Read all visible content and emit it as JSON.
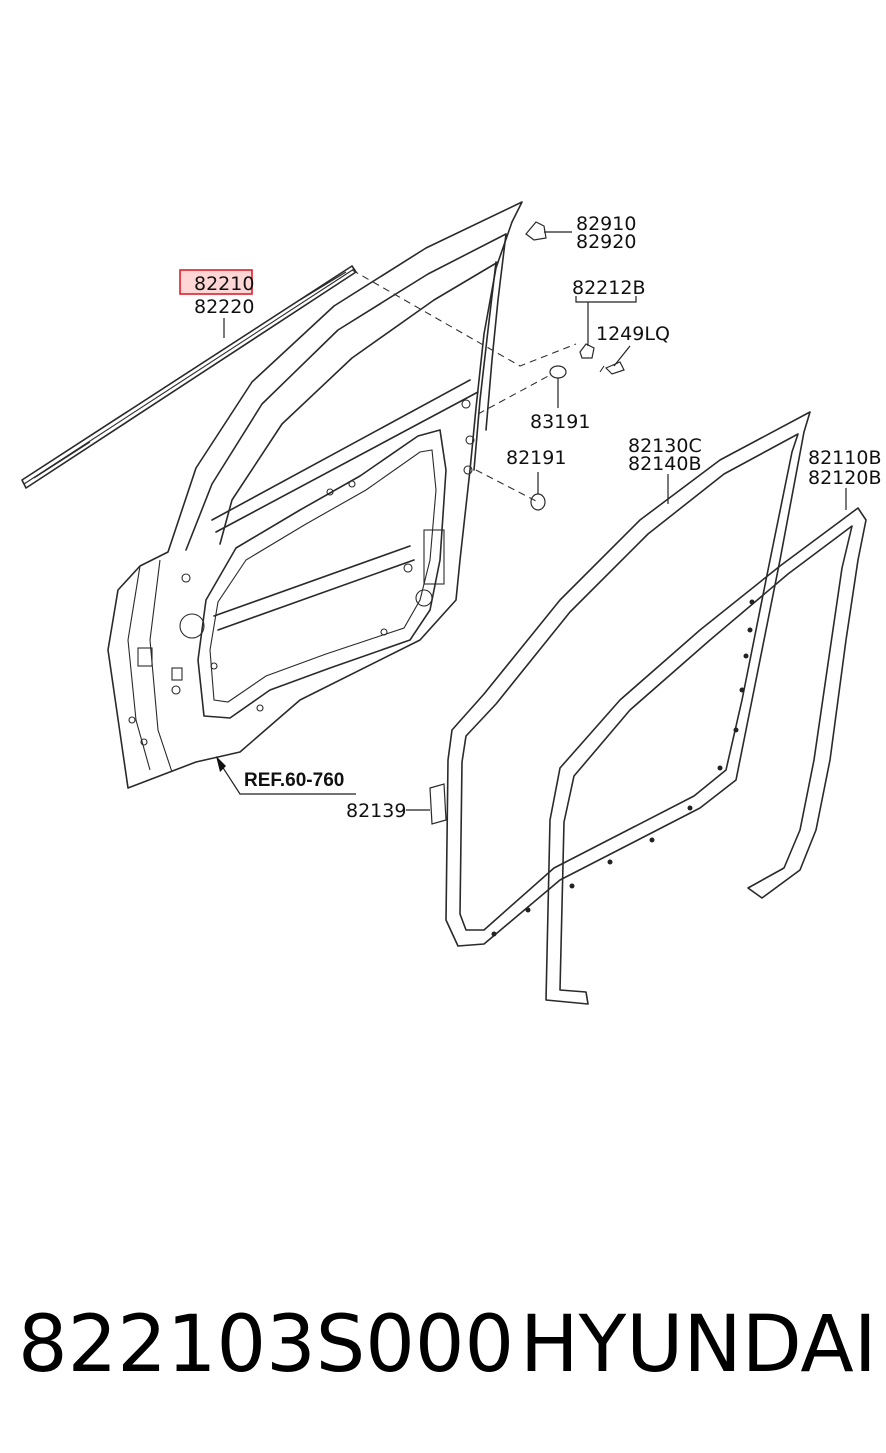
{
  "labels": {
    "p82210": "82210",
    "p82220": "82220",
    "p82910": "82910",
    "p82920": "82920",
    "p82212B": "82212B",
    "p1249LQ": "1249LQ",
    "p83191": "83191",
    "p82191": "82191",
    "p82130C": "82130C",
    "p82140B": "82140B",
    "p82110B": "82110B",
    "p82120B": "82120B",
    "p82139": "82139",
    "ref": "REF.60-760"
  },
  "highlight": {
    "part": "82210",
    "fill": "#ffd6d6",
    "stroke": "#e0202a"
  },
  "footer": {
    "part_number": "822103S000",
    "brand": "HYUNDAI"
  }
}
